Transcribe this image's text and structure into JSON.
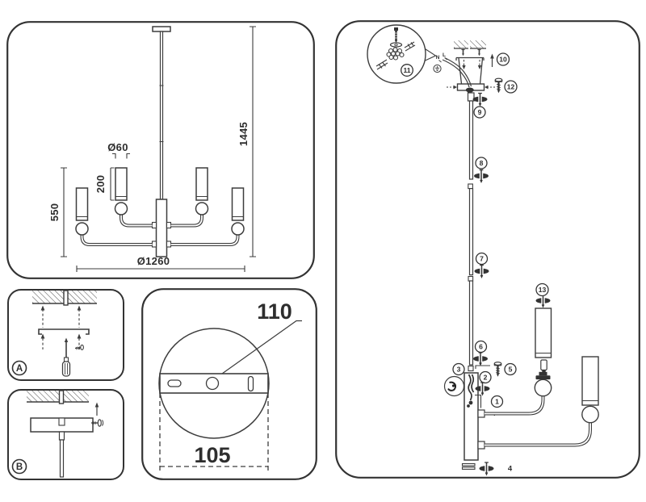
{
  "panels": {
    "chandelier_dimensions": {
      "shade_diameter": "Ø60",
      "shade_height": "200",
      "arm_drop": "550",
      "overall_height": "1445",
      "fixture_diameter": "Ø1260"
    },
    "install_step_a": {
      "label": "A"
    },
    "install_step_b": {
      "label": "B"
    },
    "mounting_plate": {
      "canopy_diameter": "110",
      "hole_spacing": "105"
    },
    "assembly": {
      "wire_labels": {
        "neutral": "N",
        "live": "L"
      },
      "callouts": {
        "c1": "1",
        "c2": "2",
        "c3": "3",
        "c4": "4",
        "c5": "5",
        "c6": "6",
        "c7": "7",
        "c8": "8",
        "c9": "9",
        "c10": "10",
        "c11": "11",
        "c12": "12",
        "c13": "13"
      }
    }
  }
}
